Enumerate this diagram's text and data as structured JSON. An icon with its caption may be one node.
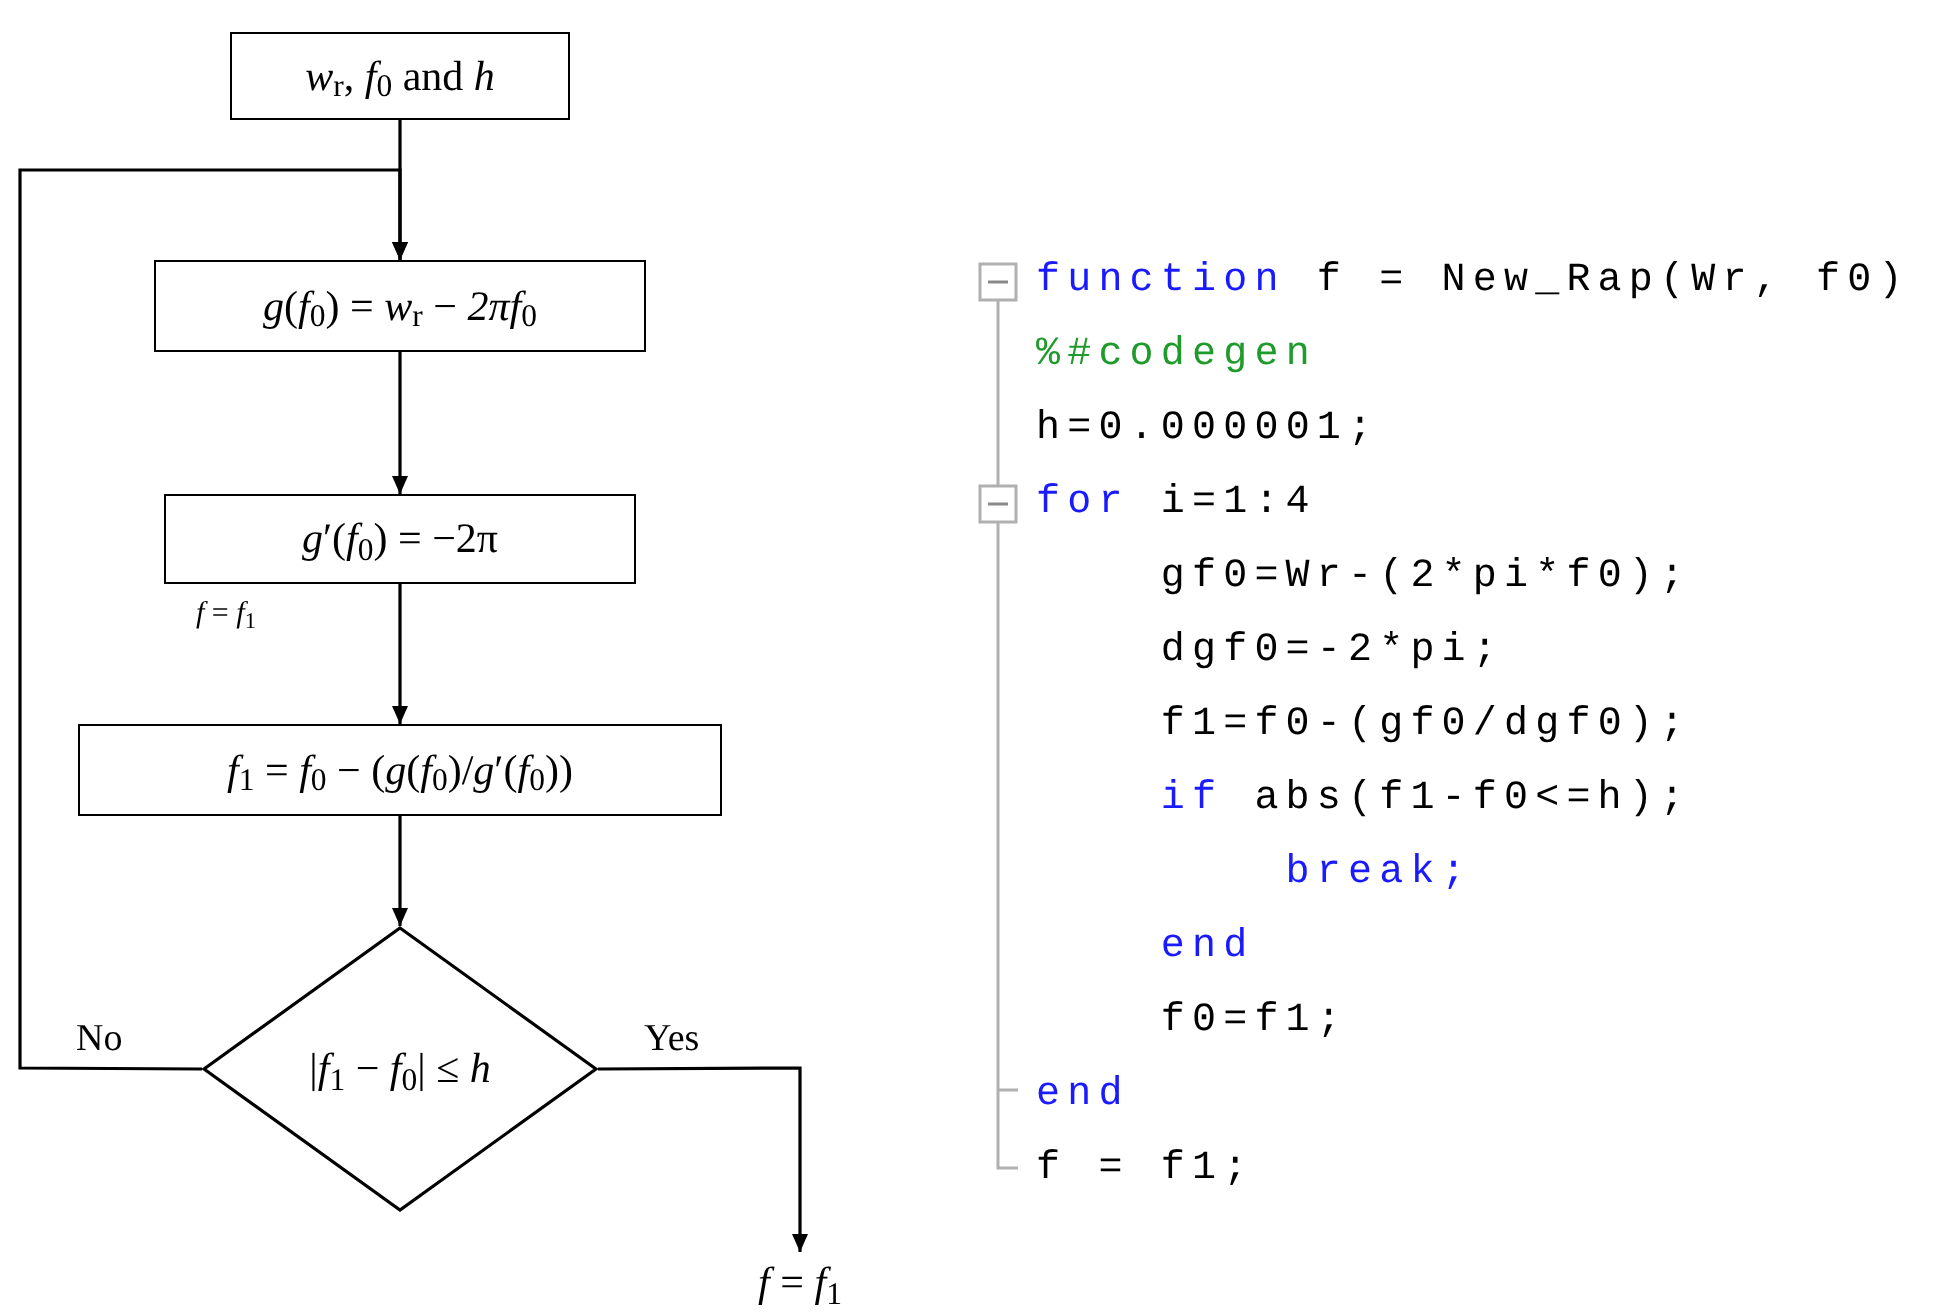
{
  "diagram": {
    "nodes": [
      {
        "text": [
          "*w*$_{r}$, *f*$_{0}$ and *h*"
        ]
      },
      {
        "text": [
          "*g*(*f*$_{0}$) = *w*$_{r}$ − *2πf*$_{0}$"
        ]
      },
      {
        "text": [
          "*g*′(*f*$_{0}$) = −2π"
        ]
      },
      {
        "text": [
          "*f*$_{1}$ = *f*$_{0}$ − (*g*(*f*$_{0}$)/*g*′(*f*$_{0}$))"
        ]
      },
      {
        "text": [
          "|*f*$_{1}$ − *f*$_{0}$| ≤ *h*"
        ]
      },
      {
        "text": [
          "*f* = *f*$_{1}$"
        ]
      }
    ],
    "edges": [
      {
        "from": 0,
        "to": 1,
        "arrow": "to"
      },
      {
        "from": 1,
        "to": 2,
        "arrow": "to"
      },
      {
        "from": 2,
        "to": 3,
        "arrow": "to",
        "label": "*f* = *f*$_{1}$"
      },
      {
        "from": 3,
        "to": 4,
        "arrow": "to"
      },
      {
        "from": 4,
        "to": 5,
        "arrow": "to",
        "label": "Yes"
      },
      {
        "from": 4,
        "to": 1,
        "arrow": "to",
        "label": "No"
      }
    ],
    "labels": [
      "function",
      "f = New_Rap(Wr, f0)",
      "%#codegen",
      "h=0.000001;",
      "for",
      "i=1:4",
      "gf0=Wr-(2*pi*f0);",
      "dgf0=-2*pi;",
      "f1=f0-(gf0/dgf0);",
      "if",
      "abs(f1-f0<=h);",
      "break;",
      "end",
      "f0=f1;",
      "end",
      "f = f1;"
    ]
  }
}
